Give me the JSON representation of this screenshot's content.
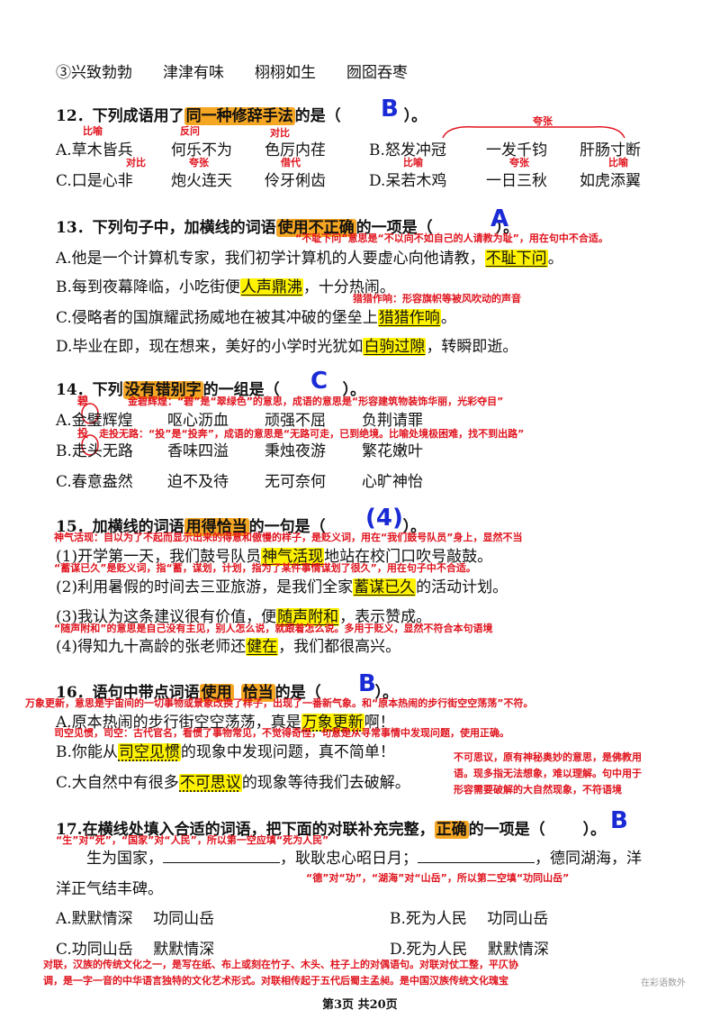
{
  "q11": {
    "line": "③兴致勃勃　　津津有味　　栩栩如生　　囫囵吞枣"
  },
  "q12": {
    "prefix": "12．下列成语用了",
    "highlight": "同一种修辞手法",
    "suffix": "的是（",
    "close": "）。",
    "answer": "B",
    "row_a": [
      "A.草木皆兵",
      "何乐不为",
      "色厉内荏",
      "B.怒发冲冠",
      "一发千钧",
      "肝肠寸断"
    ],
    "row_c": [
      "C.口是心非",
      "炮火连天",
      "伶牙俐齿",
      "D.呆若木鸡",
      "一日三秋",
      "如虎添翼"
    ],
    "notes": {
      "a1": "比喻",
      "a2": "反问",
      "a3": "对比",
      "b": "夸张",
      "c1": "对比",
      "c2": "夸张",
      "c3": "借代",
      "d1": "比喻",
      "d2": "夸张",
      "d3": "比喻"
    }
  },
  "q13": {
    "prefix": "13．下列句子中，加横线的词语",
    "highlight": "使用不正确",
    "suffix": "的一项是（",
    "close": "）。",
    "answer": "A",
    "note_a": "“不耻下问”意思是“不以向不如自己的人请教为耻”，用在句中不合适。",
    "a_pre": "A.他是一个计算机专家，我们初学计算机的人要虚心向他请教，",
    "a_word": "不耻下问",
    "a_post": "。",
    "b_pre": "B.每到夜幕降临，小吃街便",
    "b_word": "人声鼎沸",
    "b_post": "，十分热闹。",
    "note_c": "猎猎作响：形容旗帜等被风吹动的声音",
    "c_pre": "C.侵略者的国旗耀武扬威地在被其冲破的堡垒上",
    "c_word": "猎猎作响",
    "c_post": "。",
    "d_pre": "D.毕业在即，现在想来，美好的小学时光犹如",
    "d_word": "白驹过隙",
    "d_post": "，转瞬即逝。"
  },
  "q14": {
    "prefix": "14．下列",
    "highlight": "没有错别字",
    "suffix": "的一组是（",
    "close": "）。",
    "answer": "C",
    "fix_a": "碧",
    "note_a": "金碧辉煌：“碧”是“翠绿色”的意思，成语的意思是“形容建筑物装饰华丽，光彩夺目”",
    "row_a": [
      "A.金璧辉煌",
      "呕心沥血",
      "顽强不屈",
      "负荆请罪"
    ],
    "fix_b": "投",
    "note_b": "走投无路：“投”是“投奔”，成语的意思是“无路可走，已到绝境。比喻处境极困难，找不到出路”",
    "row_b": [
      "B.走头无路",
      "香味四溢",
      "秉烛夜游",
      "繁花嫩叶"
    ],
    "row_c": [
      "C.春意盎然",
      "迫不及待",
      "无可奈何",
      "心旷神怡"
    ]
  },
  "q15": {
    "prefix": "15．加横线的词语",
    "highlight": "用得恰当",
    "suffix": "的一句是（",
    "close": "）。",
    "answer": "(4)",
    "note_1": "神气活现：自以为了不起而显示出来的得意和傲慢的样子，是贬义词，用在“我们鼓号队员”身上，显然不当",
    "s1_pre": "(1)开学第一天，我们鼓号队员",
    "s1_word": "神气活现",
    "s1_post": "地站在校门口吹号敲鼓。",
    "note_2": "“蓄谋已久”是贬义词，指“蓄，谋划，计划，指为了某件事情谋划了很久”，用在句子中不合适。",
    "s2_pre": "(2)利用暑假的时间去三亚旅游，是我们全家",
    "s2_word": "蓄谋已久",
    "s2_post": "的活动计划。",
    "s3_pre": "(3)我认为这条建议很有价值，便",
    "s3_word": "随声附和",
    "s3_post": "，表示赞成。",
    "note_3": "“随声附和”的意思是自己没有主见，别人怎么说，就跟着怎么说。多用于贬义，显然不符合本句语境",
    "s4_pre": "(4)得知九十高龄的张老师还",
    "s4_word": "健在",
    "s4_post": "，我们都很高兴。"
  },
  "q16": {
    "prefix": "16．语句中带点词语",
    "hl1": "使用",
    "hl2": "恰当",
    "suffix": "的是（",
    "close": "）。",
    "answer": "B",
    "note_a": "万象更新，意思是宇宙间的一切事物或景象改换了样子，出现了一番新气象。和“原本热闹的步行街空空荡荡”不符。",
    "a_pre": "A.原本热闹的步行街空空荡荡，真是",
    "a_word": "万象更新",
    "a_post": "啊！",
    "note_b": "司空见惯，司空：古代官名，看惯了事物常见，不觉得奇怪，句意是从寻常事情中发现问题，使用正确。",
    "b_pre": "B.你能从",
    "b_word": "司空见惯",
    "b_post": "的现象中发现问题，真不简单！",
    "c_pre": "C.大自然中有很多",
    "c_word": "不可思议",
    "c_post": "的现象等待我们去破解。",
    "note_c": [
      "不可思议，原有神秘奥妙的意思，是佛教用",
      "语。现多指无法想象，难以理解。句中用于",
      "形容需要破解的大自然现象，不符语境"
    ]
  },
  "q17": {
    "prefix": "17.在横线处填入合适的词语，把下面的对联补充完整，",
    "highlight": "正确",
    "suffix": "的一项是（",
    "close": "）。",
    "answer": "B",
    "note_1": "“生”对“死”，“国家”对“人民”，所以第一空应填“死为人民”",
    "l1_a": "生为国家，",
    "l1_b": "，耿耿忠心昭日月；",
    "l1_c": "，德同湖海，洋",
    "l2": "洋正气结丰碑。",
    "note_2": "“德”对“功”，“湖海”对“山岳”，所以第二空填“功同山岳”",
    "opt_a": "A.默默情深　 功同山岳",
    "opt_b": "B.死为人民　 功同山岳",
    "opt_c": "C.功同山岳　 默默情深",
    "opt_d": "D.死为人民　 默默情深",
    "note_3": [
      "对联，汉族的传统文化之一，是写在纸、布上或刻在竹子、木头、柱子上的对偶语句。对联对仗工整，平仄协",
      "调，是一字一音的中华语言独特的文化艺术形式。对联相传起于五代后蜀主孟昶。是中国汉族传统文化瑰宝"
    ]
  },
  "footer": {
    "page": "第3页 共20页",
    "watermark": "在彩语数外"
  }
}
